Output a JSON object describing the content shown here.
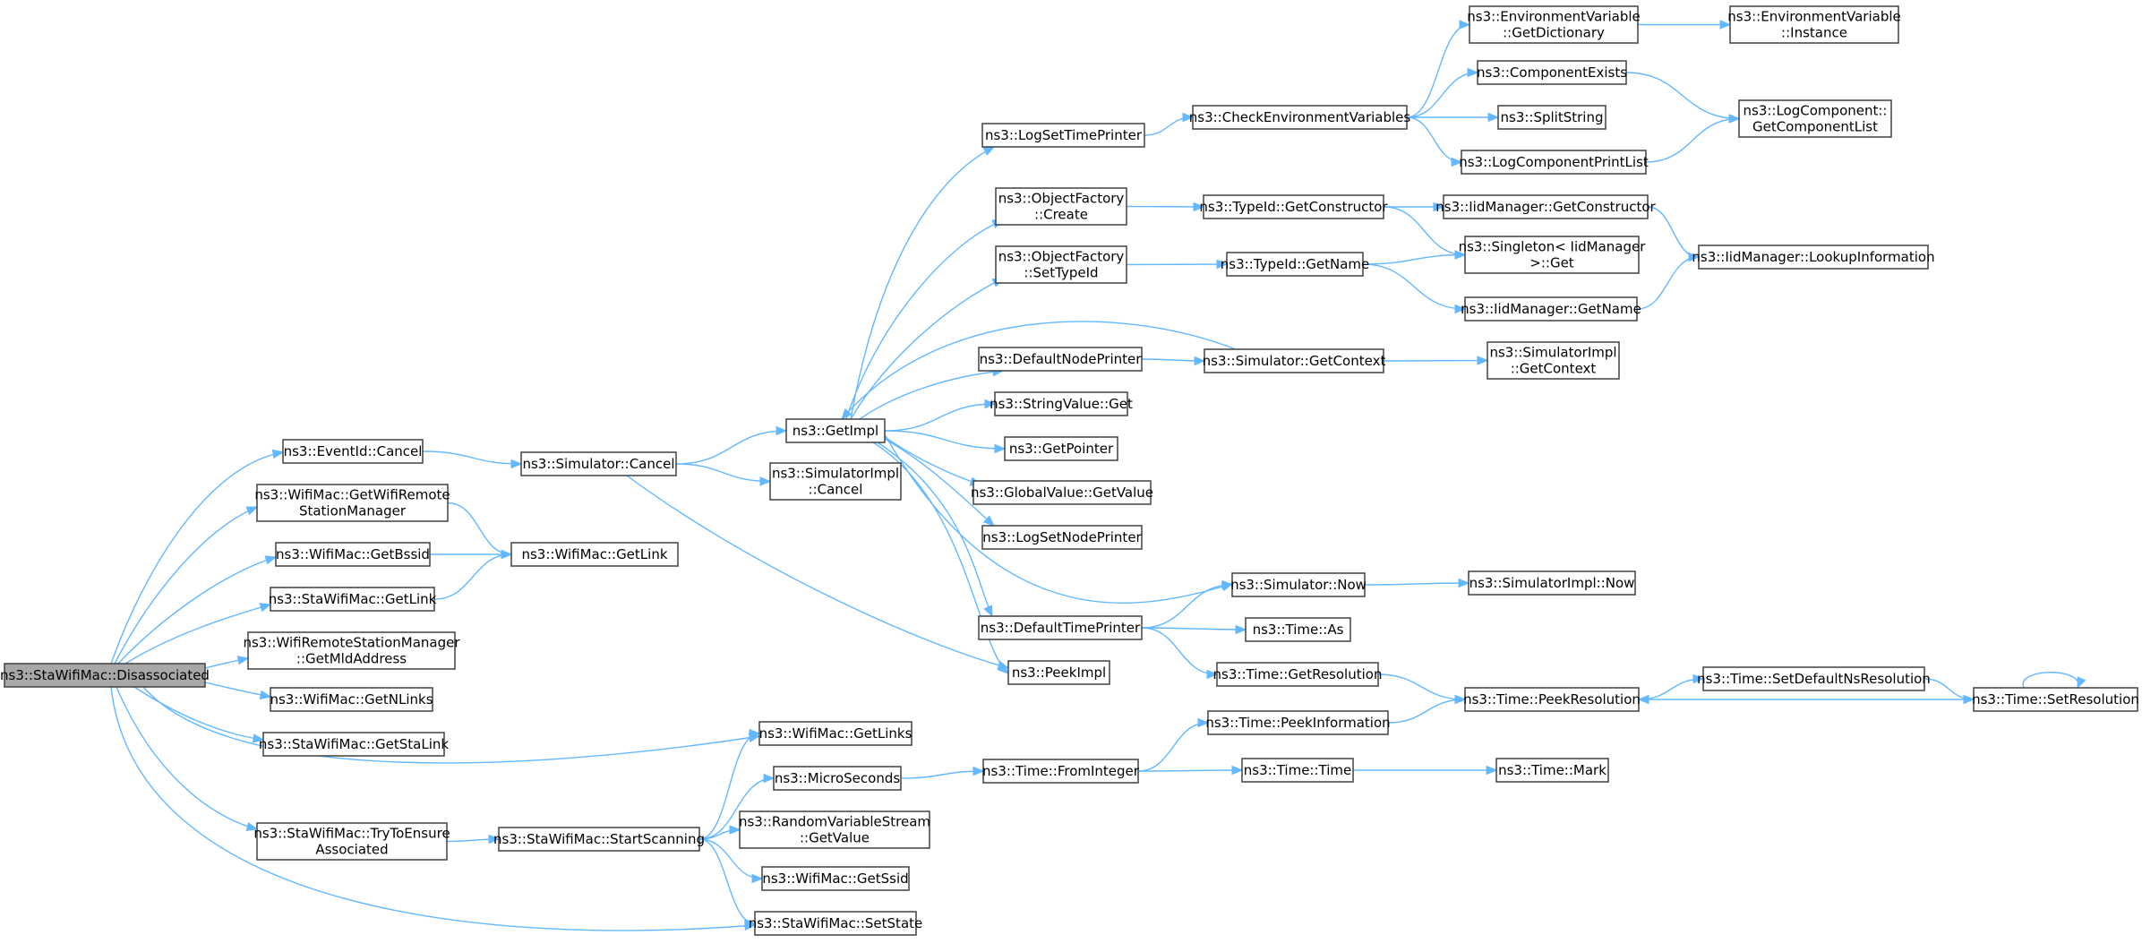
{
  "colors": {
    "edge": "#63b8ff",
    "node_border": "#404040",
    "root_fill": "#a8a8a8",
    "node_fill": "#ffffff"
  },
  "nodes": [
    {
      "id": "disassociated",
      "lines": [
        "ns3::StaWifiMac::Disassociated"
      ],
      "root": true
    },
    {
      "id": "eventid_cancel",
      "lines": [
        "ns3::EventId::Cancel"
      ]
    },
    {
      "id": "getwifiremote",
      "lines": [
        "ns3::WifiMac::GetWifiRemote",
        "StationManager"
      ]
    },
    {
      "id": "getbssid",
      "lines": [
        "ns3::WifiMac::GetBssid"
      ]
    },
    {
      "id": "sta_getlink",
      "lines": [
        "ns3::StaWifiMac::GetLink"
      ]
    },
    {
      "id": "getmldaddress",
      "lines": [
        "ns3::WifiRemoteStationManager",
        "::GetMldAddress"
      ]
    },
    {
      "id": "getnlinks",
      "lines": [
        "ns3::WifiMac::GetNLinks"
      ]
    },
    {
      "id": "getstalink",
      "lines": [
        "ns3::StaWifiMac::GetStaLink"
      ]
    },
    {
      "id": "trytoensure",
      "lines": [
        "ns3::StaWifiMac::TryToEnsure",
        "Associated"
      ]
    },
    {
      "id": "sim_cancel",
      "lines": [
        "ns3::Simulator::Cancel"
      ]
    },
    {
      "id": "wifimac_getlink",
      "lines": [
        "ns3::WifiMac::GetLink"
      ]
    },
    {
      "id": "startscanning",
      "lines": [
        "ns3::StaWifiMac::StartScanning"
      ]
    },
    {
      "id": "getimpl",
      "lines": [
        "ns3::GetImpl"
      ]
    },
    {
      "id": "simimpl_cancel",
      "lines": [
        "ns3::SimulatorImpl",
        "::Cancel"
      ]
    },
    {
      "id": "getlinks",
      "lines": [
        "ns3::WifiMac::GetLinks"
      ]
    },
    {
      "id": "microseconds",
      "lines": [
        "ns3::MicroSeconds"
      ]
    },
    {
      "id": "rvs_getvalue",
      "lines": [
        "ns3::RandomVariableStream",
        "::GetValue"
      ]
    },
    {
      "id": "getssid",
      "lines": [
        "ns3::WifiMac::GetSsid"
      ]
    },
    {
      "id": "setstate",
      "lines": [
        "ns3::StaWifiMac::SetState"
      ]
    },
    {
      "id": "logsettimeprinter",
      "lines": [
        "ns3::LogSetTimePrinter"
      ]
    },
    {
      "id": "of_create",
      "lines": [
        "ns3::ObjectFactory",
        "::Create"
      ]
    },
    {
      "id": "of_settypeid",
      "lines": [
        "ns3::ObjectFactory",
        "::SetTypeId"
      ]
    },
    {
      "id": "defaultnodeprinter",
      "lines": [
        "ns3::DefaultNodePrinter"
      ]
    },
    {
      "id": "stringvalue_get",
      "lines": [
        "ns3::StringValue::Get"
      ]
    },
    {
      "id": "getpointer",
      "lines": [
        "ns3::GetPointer"
      ]
    },
    {
      "id": "globalvalue_getvalue",
      "lines": [
        "ns3::GlobalValue::GetValue"
      ]
    },
    {
      "id": "logsetnodeprinter",
      "lines": [
        "ns3::LogSetNodePrinter"
      ]
    },
    {
      "id": "defaulttimeprinter",
      "lines": [
        "ns3::DefaultTimePrinter"
      ]
    },
    {
      "id": "peekimpl",
      "lines": [
        "ns3::PeekImpl"
      ]
    },
    {
      "id": "fromint",
      "lines": [
        "ns3::Time::FromInteger"
      ]
    },
    {
      "id": "checkenv",
      "lines": [
        "ns3::CheckEnvironmentVariables"
      ]
    },
    {
      "id": "typeid_getconstructor",
      "lines": [
        "ns3::TypeId::GetConstructor"
      ]
    },
    {
      "id": "typeid_getname",
      "lines": [
        "ns3::TypeId::GetName"
      ]
    },
    {
      "id": "sim_getcontext",
      "lines": [
        "ns3::Simulator::GetContext"
      ]
    },
    {
      "id": "sim_now",
      "lines": [
        "ns3::Simulator::Now"
      ]
    },
    {
      "id": "time_as",
      "lines": [
        "ns3::Time::As"
      ]
    },
    {
      "id": "time_getresolution",
      "lines": [
        "ns3::Time::GetResolution"
      ]
    },
    {
      "id": "time_peekinformation",
      "lines": [
        "ns3::Time::PeekInformation"
      ]
    },
    {
      "id": "time_time",
      "lines": [
        "ns3::Time::Time"
      ]
    },
    {
      "id": "env_getdictionary",
      "lines": [
        "ns3::EnvironmentVariable",
        "::GetDictionary"
      ]
    },
    {
      "id": "componentexists",
      "lines": [
        "ns3::ComponentExists"
      ]
    },
    {
      "id": "splitstring",
      "lines": [
        "ns3::SplitString"
      ]
    },
    {
      "id": "logcomponentprintlist",
      "lines": [
        "ns3::LogComponentPrintList"
      ]
    },
    {
      "id": "iid_getconstructor",
      "lines": [
        "ns3::IidManager::GetConstructor"
      ]
    },
    {
      "id": "singleton_get",
      "lines": [
        "ns3::Singleton< IidManager",
        ">::Get"
      ]
    },
    {
      "id": "iid_getname",
      "lines": [
        "ns3::IidManager::GetName"
      ]
    },
    {
      "id": "simimpl_getcontext",
      "lines": [
        "ns3::SimulatorImpl",
        "::GetContext"
      ]
    },
    {
      "id": "simimpl_now",
      "lines": [
        "ns3::SimulatorImpl::Now"
      ]
    },
    {
      "id": "time_peekresolution",
      "lines": [
        "ns3::Time::PeekResolution"
      ]
    },
    {
      "id": "time_mark",
      "lines": [
        "ns3::Time::Mark"
      ]
    },
    {
      "id": "env_instance",
      "lines": [
        "ns3::EnvironmentVariable",
        "::Instance"
      ]
    },
    {
      "id": "logcomp_getlist",
      "lines": [
        "ns3::LogComponent::",
        "GetComponentList"
      ]
    },
    {
      "id": "iid_lookupinfo",
      "lines": [
        "ns3::IidManager::LookupInformation"
      ]
    },
    {
      "id": "time_setdefaultns",
      "lines": [
        "ns3::Time::SetDefaultNsResolution"
      ]
    },
    {
      "id": "time_setresolution",
      "lines": [
        "ns3::Time::SetResolution"
      ]
    }
  ],
  "edges": [
    [
      "disassociated",
      "eventid_cancel"
    ],
    [
      "disassociated",
      "getwifiremote"
    ],
    [
      "disassociated",
      "getbssid"
    ],
    [
      "disassociated",
      "sta_getlink"
    ],
    [
      "disassociated",
      "getmldaddress"
    ],
    [
      "disassociated",
      "getnlinks"
    ],
    [
      "disassociated",
      "getstalink"
    ],
    [
      "disassociated",
      "getlinks"
    ],
    [
      "disassociated",
      "trytoensure"
    ],
    [
      "disassociated",
      "setstate"
    ],
    [
      "eventid_cancel",
      "sim_cancel"
    ],
    [
      "getwifiremote",
      "wifimac_getlink"
    ],
    [
      "getbssid",
      "wifimac_getlink"
    ],
    [
      "sta_getlink",
      "wifimac_getlink"
    ],
    [
      "trytoensure",
      "startscanning"
    ],
    [
      "sim_cancel",
      "getimpl"
    ],
    [
      "sim_cancel",
      "simimpl_cancel"
    ],
    [
      "sim_cancel",
      "peekimpl"
    ],
    [
      "startscanning",
      "getlinks"
    ],
    [
      "startscanning",
      "microseconds"
    ],
    [
      "startscanning",
      "rvs_getvalue"
    ],
    [
      "startscanning",
      "getssid"
    ],
    [
      "startscanning",
      "setstate"
    ],
    [
      "microseconds",
      "fromint"
    ],
    [
      "getimpl",
      "logsettimeprinter"
    ],
    [
      "getimpl",
      "of_create"
    ],
    [
      "getimpl",
      "of_settypeid"
    ],
    [
      "getimpl",
      "defaultnodeprinter"
    ],
    [
      "getimpl",
      "stringvalue_get"
    ],
    [
      "getimpl",
      "getpointer"
    ],
    [
      "getimpl",
      "globalvalue_getvalue"
    ],
    [
      "getimpl",
      "logsetnodeprinter"
    ],
    [
      "getimpl",
      "defaulttimeprinter"
    ],
    [
      "getimpl",
      "peekimpl"
    ],
    [
      "getimpl",
      "sim_now"
    ],
    [
      "sim_getcontext",
      "getimpl"
    ],
    [
      "logsettimeprinter",
      "checkenv"
    ],
    [
      "of_create",
      "typeid_getconstructor"
    ],
    [
      "of_settypeid",
      "typeid_getname"
    ],
    [
      "defaultnodeprinter",
      "sim_getcontext"
    ],
    [
      "defaulttimeprinter",
      "sim_now"
    ],
    [
      "defaulttimeprinter",
      "time_as"
    ],
    [
      "defaulttimeprinter",
      "time_getresolution"
    ],
    [
      "fromint",
      "time_peekinformation"
    ],
    [
      "fromint",
      "time_time"
    ],
    [
      "checkenv",
      "env_getdictionary"
    ],
    [
      "checkenv",
      "componentexists"
    ],
    [
      "checkenv",
      "splitstring"
    ],
    [
      "checkenv",
      "logcomponentprintlist"
    ],
    [
      "typeid_getconstructor",
      "iid_getconstructor"
    ],
    [
      "typeid_getconstructor",
      "singleton_get"
    ],
    [
      "typeid_getname",
      "singleton_get"
    ],
    [
      "typeid_getname",
      "iid_getname"
    ],
    [
      "sim_getcontext",
      "simimpl_getcontext"
    ],
    [
      "sim_now",
      "simimpl_now"
    ],
    [
      "time_getresolution",
      "time_peekresolution"
    ],
    [
      "time_peekinformation",
      "time_peekresolution"
    ],
    [
      "time_time",
      "time_mark"
    ],
    [
      "env_getdictionary",
      "env_instance"
    ],
    [
      "componentexists",
      "logcomp_getlist"
    ],
    [
      "logcomponentprintlist",
      "logcomp_getlist"
    ],
    [
      "iid_getconstructor",
      "iid_lookupinfo"
    ],
    [
      "iid_getname",
      "iid_lookupinfo"
    ],
    [
      "time_peekresolution",
      "time_setdefaultns"
    ],
    [
      "time_setdefaultns",
      "time_setresolution"
    ],
    [
      "time_setresolution",
      "time_peekresolution"
    ],
    [
      "time_setresolution",
      "time_setresolution"
    ]
  ]
}
